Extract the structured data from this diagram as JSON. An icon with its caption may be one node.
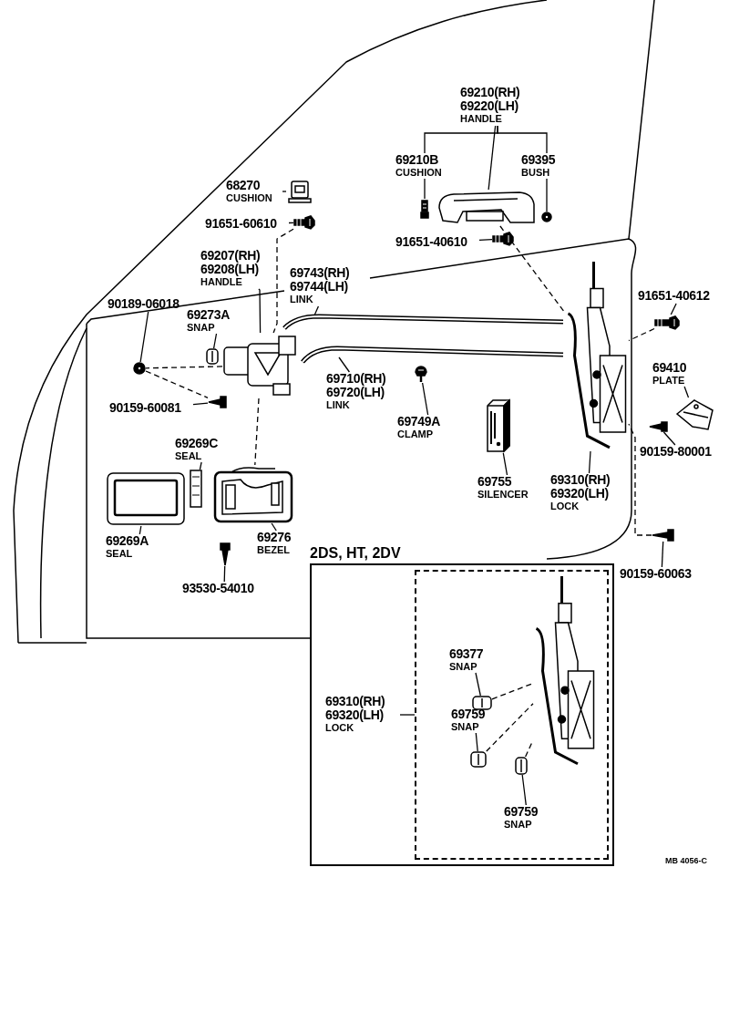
{
  "diagram": {
    "nodes": [
      {
        "text": [
          "68270",
          "CUSHION"
        ]
      },
      {
        "text": [],
        "shape": "picture"
      },
      {
        "text": [
          "91651-60610"
        ]
      },
      {
        "text": [],
        "shape": "picture"
      },
      {
        "text": [
          "69210(RH)",
          "69220(LH)",
          "HANDLE"
        ]
      },
      {
        "text": [],
        "shape": "picture"
      },
      {
        "text": [
          "69210B",
          "CUSHION"
        ]
      },
      {
        "text": [],
        "shape": "picture"
      },
      {
        "text": [
          "69395",
          "BUSH"
        ]
      },
      {
        "text": [],
        "shape": "picture"
      },
      {
        "text": [
          "91651-40610"
        ]
      },
      {
        "text": [],
        "shape": "picture"
      },
      {
        "text": [
          "69207(RH)",
          "69208(LH)",
          "HANDLE"
        ]
      },
      {
        "text": [],
        "shape": "picture"
      },
      {
        "text": [
          "69743(RH)",
          "69744(LH)",
          "LINK"
        ]
      },
      {
        "text": [],
        "shape": "picture"
      },
      {
        "text": [
          "90189-06018"
        ]
      },
      {
        "text": [],
        "shape": "picture"
      },
      {
        "text": [
          "69273A",
          "SNAP"
        ]
      },
      {
        "text": [],
        "shape": "picture"
      },
      {
        "text": [
          "91651-40612"
        ]
      },
      {
        "text": [],
        "shape": "picture"
      },
      {
        "text": [
          "69710(RH)",
          "69720(LH)",
          "LINK"
        ]
      },
      {
        "text": [],
        "shape": "picture"
      },
      {
        "text": [
          "69749A",
          "CLAMP"
        ]
      },
      {
        "text": [],
        "shape": "picture"
      },
      {
        "text": [
          "90159-60081"
        ]
      },
      {
        "text": [],
        "shape": "picture"
      },
      {
        "text": [
          "69410",
          "PLATE"
        ]
      },
      {
        "text": [],
        "shape": "picture"
      },
      {
        "text": [
          "69755",
          "SILENCER"
        ]
      },
      {
        "text": [],
        "shape": "picture"
      },
      {
        "text": [
          "69310(RH)",
          "69320(LH)",
          "LOCK"
        ]
      },
      {
        "text": [],
        "shape": "picture"
      },
      {
        "text": [
          "90159-80001"
        ]
      },
      {
        "text": [],
        "shape": "picture"
      },
      {
        "text": [
          "69269C",
          "SEAL"
        ]
      },
      {
        "text": [],
        "shape": "picture"
      },
      {
        "text": [
          "69269A",
          "SEAL"
        ]
      },
      {
        "text": [],
        "shape": "picture"
      },
      {
        "text": [
          "69276",
          "BEZEL"
        ]
      },
      {
        "text": [],
        "shape": "picture"
      },
      {
        "text": [
          "93530-54010"
        ]
      },
      {
        "text": [],
        "shape": "picture"
      },
      {
        "text": [
          "90159-60063"
        ]
      },
      {
        "text": [],
        "shape": "picture"
      },
      {
        "text": [
          "2DS, HT, 2DV"
        ]
      },
      {
        "text": [
          "69310(RH)",
          "69320(LH)",
          "LOCK"
        ],
        "in": 46
      },
      {
        "text": [],
        "shape": "box",
        "in": 46
      },
      {
        "text": [],
        "shape": "picture",
        "in": 48
      },
      {
        "text": [
          "69377",
          "SNAP"
        ],
        "in": 48
      },
      {
        "text": [],
        "shape": "picture",
        "in": 48
      },
      {
        "text": [
          "69759",
          "SNAP"
        ],
        "in": 48
      },
      {
        "text": [],
        "shape": "picture",
        "in": 48
      },
      {
        "text": [
          "69759",
          "SNAP"
        ],
        "in": 48
      },
      {
        "text": [],
        "shape": "picture",
        "in": 48
      }
    ],
    "edges": [
      {
        "from": 0,
        "to": 1,
        "arrow": "none"
      },
      {
        "from": 2,
        "to": 3,
        "arrow": "none"
      },
      {
        "from": 4,
        "to": 5,
        "arrow": "none"
      },
      {
        "from": 4,
        "to": 6,
        "arrow": "none"
      },
      {
        "from": 4,
        "to": 8,
        "arrow": "none"
      },
      {
        "from": 6,
        "to": 7,
        "arrow": "none"
      },
      {
        "from": 8,
        "to": 9,
        "arrow": "none"
      },
      {
        "from": 10,
        "to": 11,
        "arrow": "none"
      },
      {
        "from": 12,
        "to": 13,
        "arrow": "none"
      },
      {
        "from": 14,
        "to": 15,
        "arrow": "none"
      },
      {
        "from": 16,
        "to": 17,
        "arrow": "none"
      },
      {
        "from": 18,
        "to": 19,
        "arrow": "none"
      },
      {
        "from": 20,
        "to": 21,
        "arrow": "none"
      },
      {
        "from": 22,
        "to": 23,
        "arrow": "none"
      },
      {
        "from": 24,
        "to": 25,
        "arrow": "none"
      },
      {
        "from": 26,
        "to": 27,
        "arrow": "none"
      },
      {
        "from": 28,
        "to": 29,
        "arrow": "none"
      },
      {
        "from": 30,
        "to": 31,
        "arrow": "none"
      },
      {
        "from": 32,
        "to": 33,
        "arrow": "none"
      },
      {
        "from": 34,
        "to": 35,
        "arrow": "none"
      },
      {
        "from": 36,
        "to": 37,
        "arrow": "none"
      },
      {
        "from": 38,
        "to": 39,
        "arrow": "none"
      },
      {
        "from": 40,
        "to": 41,
        "arrow": "none"
      },
      {
        "from": 42,
        "to": 43,
        "arrow": "none"
      },
      {
        "from": 44,
        "to": 45,
        "arrow": "none"
      },
      {
        "from": 47,
        "to": 48,
        "arrow": "none"
      },
      {
        "from": 50,
        "to": 51,
        "arrow": "none"
      },
      {
        "from": 52,
        "to": 53,
        "arrow": "none"
      },
      {
        "from": 54,
        "to": 55,
        "arrow": "none"
      },
      {
        "from": 3,
        "to": 13,
        "arrow": "none",
        "style": "dashed"
      },
      {
        "from": 5,
        "to": 33,
        "arrow": "none",
        "style": "dashed"
      },
      {
        "from": 21,
        "to": 33,
        "arrow": "none",
        "style": "dashed"
      },
      {
        "from": 17,
        "to": 27,
        "arrow": "none",
        "style": "dashed"
      },
      {
        "from": 13,
        "to": 17,
        "arrow": "none",
        "style": "dashed"
      },
      {
        "from": 13,
        "to": 41,
        "arrow": "none",
        "style": "dashed"
      },
      {
        "from": 45,
        "to": 33,
        "arrow": "none",
        "style": "dashed"
      },
      {
        "from": 51,
        "to": 49,
        "arrow": "none",
        "style": "dashed"
      },
      {
        "from": 53,
        "to": 49,
        "arrow": "none",
        "style": "dashed"
      },
      {
        "from": 55,
        "to": 49,
        "arrow": "none",
        "style": "dashed"
      }
    ],
    "labels": [
      "MB 4056-C"
    ]
  }
}
